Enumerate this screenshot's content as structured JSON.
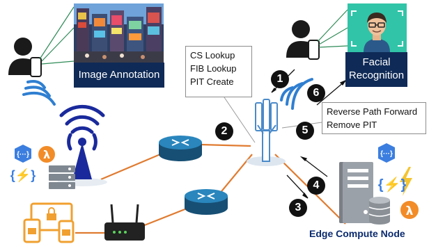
{
  "labels": {
    "image_annotation": "Image Annotation",
    "facial_recognition_line1": "Facial",
    "facial_recognition_line2": "Recognition",
    "edge_compute_node": "Edge Compute Node"
  },
  "router_box": {
    "lines": [
      "CS Lookup",
      "FIB Lookup",
      "PIT Create"
    ]
  },
  "reverse_box": {
    "lines": [
      "Reverse Path Forward",
      "Remove PIT"
    ]
  },
  "steps": [
    "1",
    "2",
    "3",
    "4",
    "5",
    "6"
  ],
  "service_icons": {
    "api_symbol": "{···}",
    "lambda_symbol": "λ",
    "function_symbol": "{⚡}"
  },
  "colors": {
    "navy": "#0f2a56",
    "link_orange": "#e07b30",
    "router_blue": "#1f6e9e",
    "wifi_blue": "#2f7fd1",
    "lambda_orange": "#f28c28",
    "api_blue": "#3b7ee0",
    "bolt_yellow": "#f4c430",
    "lock_orange": "#f0a030",
    "edge_label": "#0a2a6e"
  }
}
